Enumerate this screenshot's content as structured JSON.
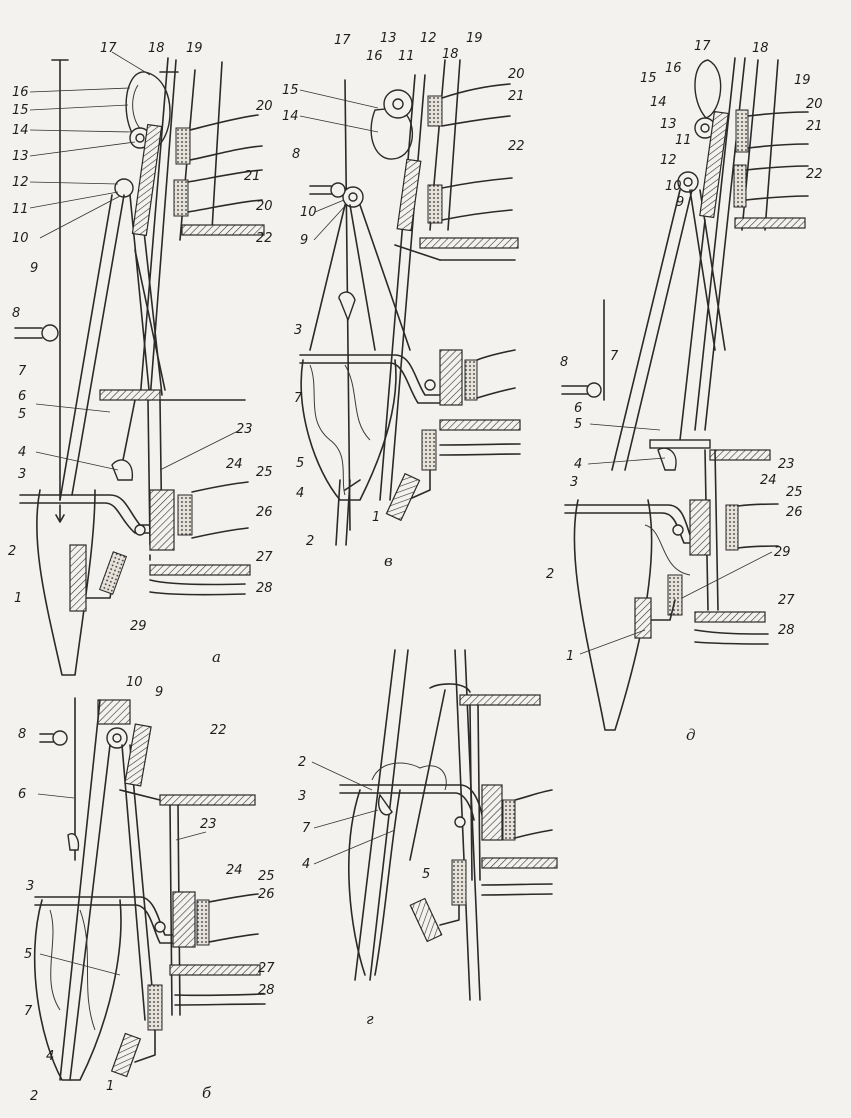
{
  "panels": [
    {
      "id": "a",
      "label": "а"
    },
    {
      "id": "b",
      "label": "б"
    },
    {
      "id": "v",
      "label": "в"
    },
    {
      "id": "g",
      "label": "г"
    },
    {
      "id": "d",
      "label": "д"
    }
  ],
  "labels": {
    "a": [
      "17",
      "18",
      "19",
      "16",
      "15",
      "14",
      "13",
      "12",
      "11",
      "10",
      "9",
      "20",
      "21",
      "20",
      "22",
      "8",
      "7",
      "6",
      "5",
      "4",
      "3",
      "2",
      "1",
      "23",
      "24",
      "25",
      "26",
      "27",
      "28",
      "29"
    ],
    "v": [
      "17",
      "13",
      "16",
      "11",
      "12",
      "18",
      "19",
      "15",
      "14",
      "20",
      "21",
      "22",
      "8",
      "10",
      "9",
      "3",
      "7",
      "5",
      "4",
      "2",
      "1"
    ],
    "d": [
      "17",
      "18",
      "16",
      "15",
      "14",
      "13",
      "11",
      "12",
      "10",
      "9",
      "19",
      "20",
      "21",
      "22",
      "8",
      "7",
      "6",
      "5",
      "4",
      "3",
      "2",
      "1",
      "23",
      "24",
      "25",
      "26",
      "29",
      "27",
      "28"
    ],
    "b": [
      "10",
      "9",
      "8",
      "22",
      "6",
      "23",
      "3",
      "24",
      "25",
      "26",
      "5",
      "7",
      "27",
      "28",
      "4",
      "2",
      "1"
    ],
    "g": [
      "2",
      "3",
      "7",
      "4",
      "5"
    ]
  }
}
